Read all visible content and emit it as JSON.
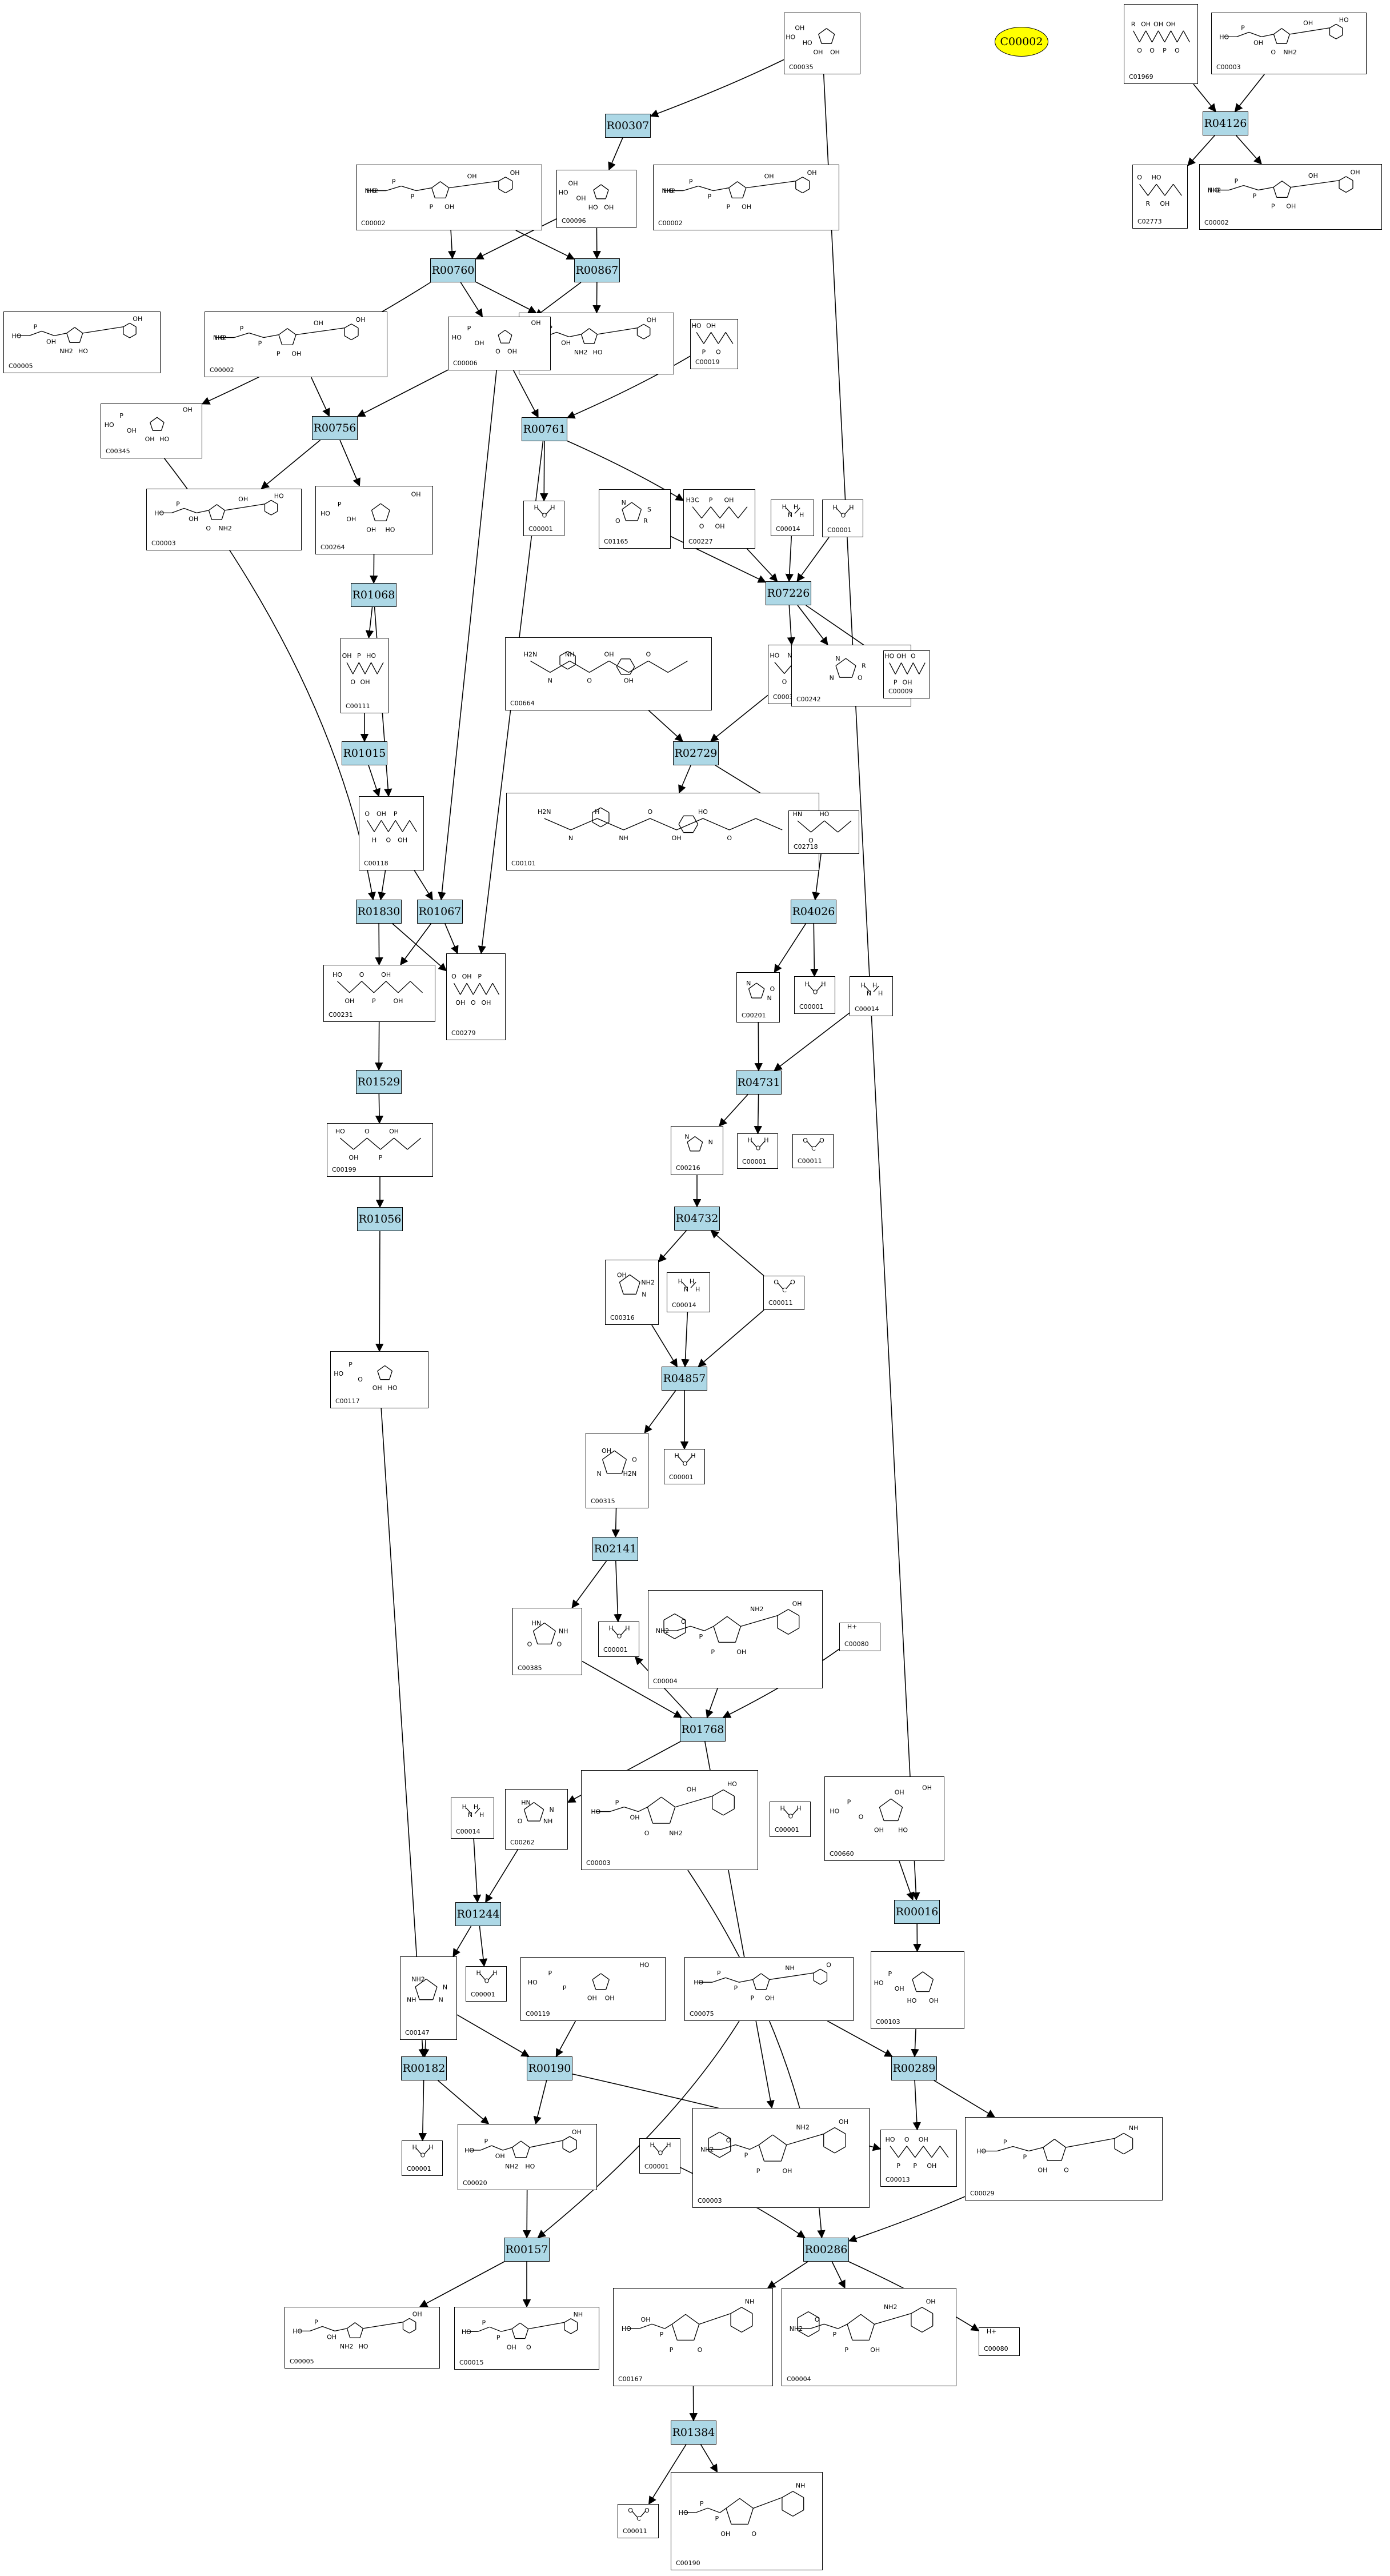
{
  "highlight": {
    "label": "C00002",
    "color": "#ffff00"
  },
  "colors": {
    "reaction_fill": "#add8e6",
    "edge": "#000000",
    "compound_border": "#000000"
  },
  "reactions": [
    "R00307",
    "R04126",
    "R00760",
    "R00867",
    "R00756",
    "R00761",
    "R07226",
    "R01068",
    "R02729",
    "R01015",
    "R01830",
    "R01067",
    "R04026",
    "R01529",
    "R04731",
    "R04732",
    "R01056",
    "R04857",
    "R02141",
    "R01768",
    "R00016",
    "R01244",
    "R00182",
    "R00190",
    "R00289",
    "R00157",
    "R00286",
    "R01384"
  ],
  "compounds": [
    {
      "id": "C00035",
      "glyph": "sugar",
      "atoms": [
        "HO",
        "OH",
        "HO",
        "OH",
        "OH"
      ]
    },
    {
      "id": "C01969",
      "glyph": "chain",
      "atoms": [
        "R",
        "O",
        "OH",
        "O",
        "OH",
        "P",
        "OH",
        "O"
      ]
    },
    {
      "id": "C00003",
      "glyph": "nucleotide",
      "atoms": [
        "HO",
        "P",
        "OH",
        "O",
        "NH2",
        "HO",
        "OH"
      ]
    },
    {
      "id": "C00002",
      "glyph": "nucleotide",
      "atoms": [
        "HO",
        "P",
        "P",
        "P",
        "OH",
        "OH",
        "OH",
        "NH2"
      ]
    },
    {
      "id": "C00096",
      "glyph": "sugar",
      "atoms": [
        "HO",
        "OH",
        "OH",
        "HO",
        "OH"
      ]
    },
    {
      "id": "C02773",
      "glyph": "chain",
      "atoms": [
        "O",
        "R",
        "HO",
        "OH"
      ]
    },
    {
      "id": "C00005",
      "glyph": "nucleotide",
      "atoms": [
        "HO",
        "P",
        "OH",
        "NH2",
        "HO",
        "OH"
      ]
    },
    {
      "id": "C00006",
      "glyph": "sugar",
      "atoms": [
        "HO",
        "P",
        "OH",
        "O",
        "OH",
        "OH"
      ]
    },
    {
      "id": "C00019",
      "glyph": "chain",
      "atoms": [
        "HO",
        "P",
        "OH",
        "O"
      ]
    },
    {
      "id": "C00345",
      "glyph": "sugar",
      "atoms": [
        "HO",
        "P",
        "OH",
        "OH",
        "HO",
        "OH"
      ]
    },
    {
      "id": "C00001",
      "glyph": "small",
      "atoms": [
        "H",
        "O",
        "H"
      ]
    },
    {
      "id": "C00264",
      "glyph": "sugar",
      "atoms": [
        "HO",
        "P",
        "OH",
        "OH",
        "HO",
        "OH"
      ]
    },
    {
      "id": "C01165",
      "glyph": "ring",
      "atoms": [
        "N",
        "S",
        "R",
        "O"
      ]
    },
    {
      "id": "C00227",
      "glyph": "chain",
      "atoms": [
        "H3C",
        "O",
        "P",
        "OH",
        "OH"
      ]
    },
    {
      "id": "C00014",
      "glyph": "small",
      "atoms": [
        "H",
        "N",
        "H",
        "H"
      ]
    },
    {
      "id": "C00664",
      "glyph": "wide",
      "atoms": [
        "H2N",
        "N",
        "NH",
        "O",
        "OH",
        "OH",
        "O"
      ]
    },
    {
      "id": "C00037",
      "glyph": "chain",
      "atoms": [
        "HO",
        "O",
        "NH2"
      ]
    },
    {
      "id": "C00242",
      "glyph": "ring",
      "atoms": [
        "N",
        "R",
        "O",
        "N"
      ]
    },
    {
      "id": "C00009",
      "glyph": "chain",
      "atoms": [
        "HO",
        "P",
        "OH",
        "OH",
        "O"
      ]
    },
    {
      "id": "C00111",
      "glyph": "chain",
      "atoms": [
        "OH",
        "O",
        "P",
        "OH",
        "HO"
      ]
    },
    {
      "id": "C00101",
      "glyph": "wide",
      "atoms": [
        "H2N",
        "N",
        "H",
        "NH",
        "O",
        "OH",
        "HO",
        "O"
      ]
    },
    {
      "id": "C02718",
      "glyph": "chain",
      "atoms": [
        "HN",
        "O",
        "HO"
      ]
    },
    {
      "id": "C00118",
      "glyph": "chain",
      "atoms": [
        "O",
        "H",
        "OH",
        "O",
        "P",
        "OH"
      ]
    },
    {
      "id": "C00231",
      "glyph": "chain",
      "atoms": [
        "HO",
        "OH",
        "O",
        "P",
        "OH",
        "OH"
      ]
    },
    {
      "id": "C00279",
      "glyph": "chain",
      "atoms": [
        "O",
        "OH",
        "OH",
        "O",
        "P",
        "OH"
      ]
    },
    {
      "id": "C00199",
      "glyph": "chain",
      "atoms": [
        "HO",
        "OH",
        "O",
        "P",
        "OH"
      ]
    },
    {
      "id": "C00117",
      "glyph": "sugar",
      "atoms": [
        "HO",
        "P",
        "O",
        "OH",
        "HO"
      ]
    },
    {
      "id": "C00201",
      "glyph": "ring",
      "atoms": [
        "N",
        "O",
        "N"
      ]
    },
    {
      "id": "C00011",
      "glyph": "small",
      "atoms": [
        "O",
        "C",
        "O"
      ]
    },
    {
      "id": "C00216",
      "glyph": "ring",
      "atoms": [
        "N",
        "N"
      ]
    },
    {
      "id": "C00080",
      "glyph": "small",
      "atoms": [
        "H+"
      ]
    },
    {
      "id": "C00316",
      "glyph": "ring",
      "atoms": [
        "OH",
        "NH2",
        "N"
      ]
    },
    {
      "id": "C00315",
      "glyph": "ring",
      "atoms": [
        "OH",
        "O",
        "H2N",
        "N"
      ]
    },
    {
      "id": "C00385",
      "glyph": "ring",
      "atoms": [
        "HN",
        "NH",
        "O",
        "O"
      ]
    },
    {
      "id": "C00004",
      "glyph": "nad",
      "atoms": [
        "NH2",
        "O",
        "P",
        "P",
        "OH",
        "OH",
        "NH2"
      ]
    },
    {
      "id": "C00262",
      "glyph": "ring",
      "atoms": [
        "HN",
        "N",
        "NH",
        "O"
      ]
    },
    {
      "id": "C00003b",
      "label": "C00003",
      "glyph": "nad",
      "atoms": [
        "NH2",
        "O",
        "P",
        "P",
        "OH",
        "OH",
        "NH2"
      ]
    },
    {
      "id": "C00660",
      "glyph": "sugar",
      "atoms": [
        "HO",
        "P",
        "O",
        "OH",
        "HO",
        "OH",
        "OH"
      ]
    },
    {
      "id": "C00147",
      "glyph": "ring",
      "atoms": [
        "NH2",
        "N",
        "N",
        "NH"
      ]
    },
    {
      "id": "C00119",
      "glyph": "sugar",
      "atoms": [
        "HO",
        "P",
        "P",
        "OH",
        "OH",
        "HO"
      ]
    },
    {
      "id": "C00075",
      "glyph": "nucleotide",
      "atoms": [
        "HO",
        "P",
        "P",
        "P",
        "OH",
        "O",
        "NH"
      ]
    },
    {
      "id": "C00103",
      "glyph": "sugar",
      "atoms": [
        "HO",
        "P",
        "OH",
        "HO",
        "OH"
      ]
    },
    {
      "id": "C00020",
      "glyph": "nucleotide",
      "atoms": [
        "HO",
        "P",
        "OH",
        "NH2",
        "HO",
        "OH"
      ]
    },
    {
      "id": "C00013",
      "glyph": "chain",
      "atoms": [
        "HO",
        "P",
        "O",
        "P",
        "OH",
        "OH"
      ]
    },
    {
      "id": "C00029",
      "glyph": "nucleotide",
      "atoms": [
        "HO",
        "P",
        "P",
        "OH",
        "O",
        "NH"
      ]
    },
    {
      "id": "C00167",
      "glyph": "nucleotide",
      "atoms": [
        "HO",
        "OH",
        "P",
        "P",
        "O",
        "NH"
      ]
    },
    {
      "id": "C00015",
      "glyph": "nucleotide",
      "atoms": [
        "HO",
        "P",
        "P",
        "OH",
        "O",
        "NH"
      ]
    },
    {
      "id": "C00190",
      "glyph": "nucleotide",
      "atoms": [
        "HO",
        "P",
        "P",
        "OH",
        "O",
        "NH"
      ]
    }
  ],
  "edges": [
    [
      "C00035",
      "R00307"
    ],
    [
      "C00035",
      "R00016"
    ],
    [
      "R00307",
      "C00096"
    ],
    [
      "C01969",
      "R04126"
    ],
    [
      "C00003",
      "R04126"
    ],
    [
      "R04126",
      "C02773"
    ],
    [
      "R04126",
      "C00002"
    ],
    [
      "C00002",
      "R00760"
    ],
    [
      "C00096",
      "R00760"
    ],
    [
      "C00096",
      "R00867"
    ],
    [
      "C00002",
      "R00867"
    ],
    [
      "R00760",
      "C00005"
    ],
    [
      "R00760",
      "C00006"
    ],
    [
      "R00760",
      "C00345"
    ],
    [
      "R00867",
      "C00005"
    ],
    [
      "R00867",
      "C00006"
    ],
    [
      "C00002",
      "R00756"
    ],
    [
      "C00006",
      "R00756"
    ],
    [
      "C00006",
      "R00761"
    ],
    [
      "C00019",
      "R00761"
    ],
    [
      "C00006",
      "R01067"
    ],
    [
      "R00756",
      "C00003"
    ],
    [
      "R00756",
      "C00264"
    ],
    [
      "R00761",
      "C00001"
    ],
    [
      "R00761",
      "C00227"
    ],
    [
      "R00761",
      "C00279"
    ],
    [
      "C01165",
      "R07226"
    ],
    [
      "C00227",
      "R07226"
    ],
    [
      "C00014",
      "R07226"
    ],
    [
      "C00001",
      "R07226"
    ],
    [
      "R07226",
      "C00037"
    ],
    [
      "R07226",
      "C00242"
    ],
    [
      "R07226",
      "C00009"
    ],
    [
      "C00264",
      "R01068"
    ],
    [
      "R01068",
      "C00111"
    ],
    [
      "R01068",
      "C00118"
    ],
    [
      "C00664",
      "R02729"
    ],
    [
      "C00037",
      "R02729"
    ],
    [
      "R02729",
      "C00101"
    ],
    [
      "R02729",
      "C02718"
    ],
    [
      "C00111",
      "R01015"
    ],
    [
      "R01015",
      "C00118"
    ],
    [
      "C00345",
      "R01830"
    ],
    [
      "C00118",
      "R01830"
    ],
    [
      "C00118",
      "R01067"
    ],
    [
      "R01830",
      "C00231"
    ],
    [
      "R01830",
      "C00279"
    ],
    [
      "R01067",
      "C00231"
    ],
    [
      "R01067",
      "C00279"
    ],
    [
      "C02718",
      "R04026"
    ],
    [
      "R04026",
      "C00201"
    ],
    [
      "R04026",
      "C00001"
    ],
    [
      "C00231",
      "R01529"
    ],
    [
      "R01529",
      "C00199"
    ],
    [
      "C00201",
      "R04731"
    ],
    [
      "C00014",
      "R04731"
    ],
    [
      "R04731",
      "C00216"
    ],
    [
      "R04731",
      "C00001"
    ],
    [
      "C00216",
      "R04732"
    ],
    [
      "C00011",
      "R04732"
    ],
    [
      "R04732",
      "C00316"
    ],
    [
      "C00199",
      "R01056"
    ],
    [
      "R01056",
      "C00117"
    ],
    [
      "C00316",
      "R04857"
    ],
    [
      "C00014",
      "R04857"
    ],
    [
      "C00011",
      "R04857"
    ],
    [
      "R04857",
      "C00315"
    ],
    [
      "R04857",
      "C00001"
    ],
    [
      "C00315",
      "R02141"
    ],
    [
      "R02141",
      "C00385"
    ],
    [
      "R02141",
      "C00001"
    ],
    [
      "C00385",
      "R01768"
    ],
    [
      "C00004",
      "R01768"
    ],
    [
      "C00080",
      "R01768"
    ],
    [
      "R01768",
      "C00262"
    ],
    [
      "R01768",
      "C00003b"
    ],
    [
      "R01768",
      "C00001"
    ],
    [
      "C00660",
      "R00016"
    ],
    [
      "R00016",
      "C00103"
    ],
    [
      "C00014",
      "R01244"
    ],
    [
      "C00262",
      "R01244"
    ],
    [
      "R01244",
      "C00147"
    ],
    [
      "R01244",
      "C00001"
    ],
    [
      "C00147",
      "R00182"
    ],
    [
      "C00117",
      "R00182"
    ],
    [
      "C00147",
      "R00190"
    ],
    [
      "C00119",
      "R00190"
    ],
    [
      "R00182",
      "C00001"
    ],
    [
      "R00182",
      "C00020"
    ],
    [
      "R00190",
      "C00020"
    ],
    [
      "R00190",
      "C00013"
    ],
    [
      "C00075",
      "R00289"
    ],
    [
      "C00103",
      "R00289"
    ],
    [
      "R00289",
      "C00013"
    ],
    [
      "R00289",
      "C00029"
    ],
    [
      "C00020",
      "R00157"
    ],
    [
      "C00075",
      "R00157"
    ],
    [
      "R00157",
      "C00005"
    ],
    [
      "R00157",
      "C00015"
    ],
    [
      "C00001",
      "R00286"
    ],
    [
      "C00003",
      "R00286"
    ],
    [
      "C00029",
      "R00286"
    ],
    [
      "R00286",
      "C00167"
    ],
    [
      "R00286",
      "C00004"
    ],
    [
      "R00286",
      "C00080"
    ],
    [
      "C00167",
      "R01384"
    ],
    [
      "R01384",
      "C00011"
    ],
    [
      "R01384",
      "C00190"
    ]
  ]
}
